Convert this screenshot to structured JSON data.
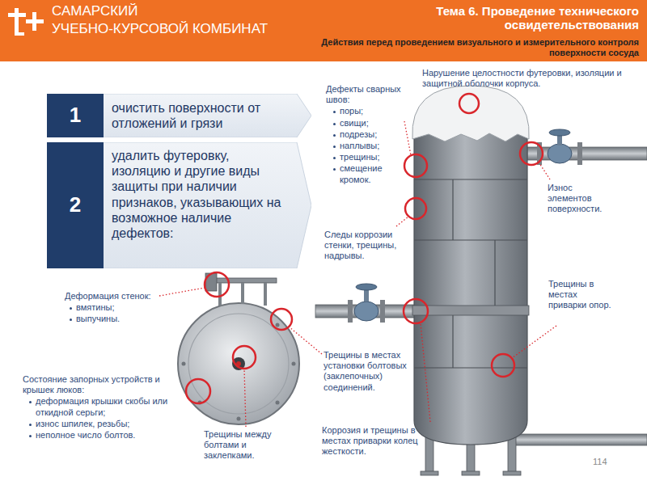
{
  "diagram": {
    "title": "Тема 6. Проведение технического освидетельствования",
    "nodes": [
      {
        "text": [
          "1",
          "очистить поверхности от отложений и грязи"
        ]
      },
      {
        "text": [
          "2",
          "удалить футеровку, изоляцию и другие виды защиты при наличии признаков, указывающих на возможное наличие дефектов:"
        ]
      }
    ],
    "labels": [
      "САМАРСКИЙ",
      "УЧЕБНО-КУРСОВОЙ КОМБИНАТ",
      "Действия перед проведением визуального и измерительного контроля поверхности сосуда",
      "Нарушение целостности футеровки, изоляции и защитной оболочки корпуса.",
      "Дефекты сварных швов:",
      "поры;",
      "свищи;",
      "подрезы;",
      "наплывы;",
      "трещины;",
      "смещение кромок.",
      "Износ элементов поверхности.",
      "Следы коррозии стенки, трещины, надрывы.",
      "Трещины в местах приварки опор.",
      "Деформация стенок:",
      "вмятины;",
      "выпучины.",
      "Состояние запорных устройств и крышек люков:",
      "деформация крышки скобы или откидной серьги;",
      "износ шпилек, резьбы;",
      "неполное число болтов.",
      "Трещины в местах установки болтовых (заклепочных) соединений.",
      "Трещины между болтами и заклепками.",
      "Коррозия и трещины в местах приварки колец жесткости.",
      "114"
    ]
  }
}
